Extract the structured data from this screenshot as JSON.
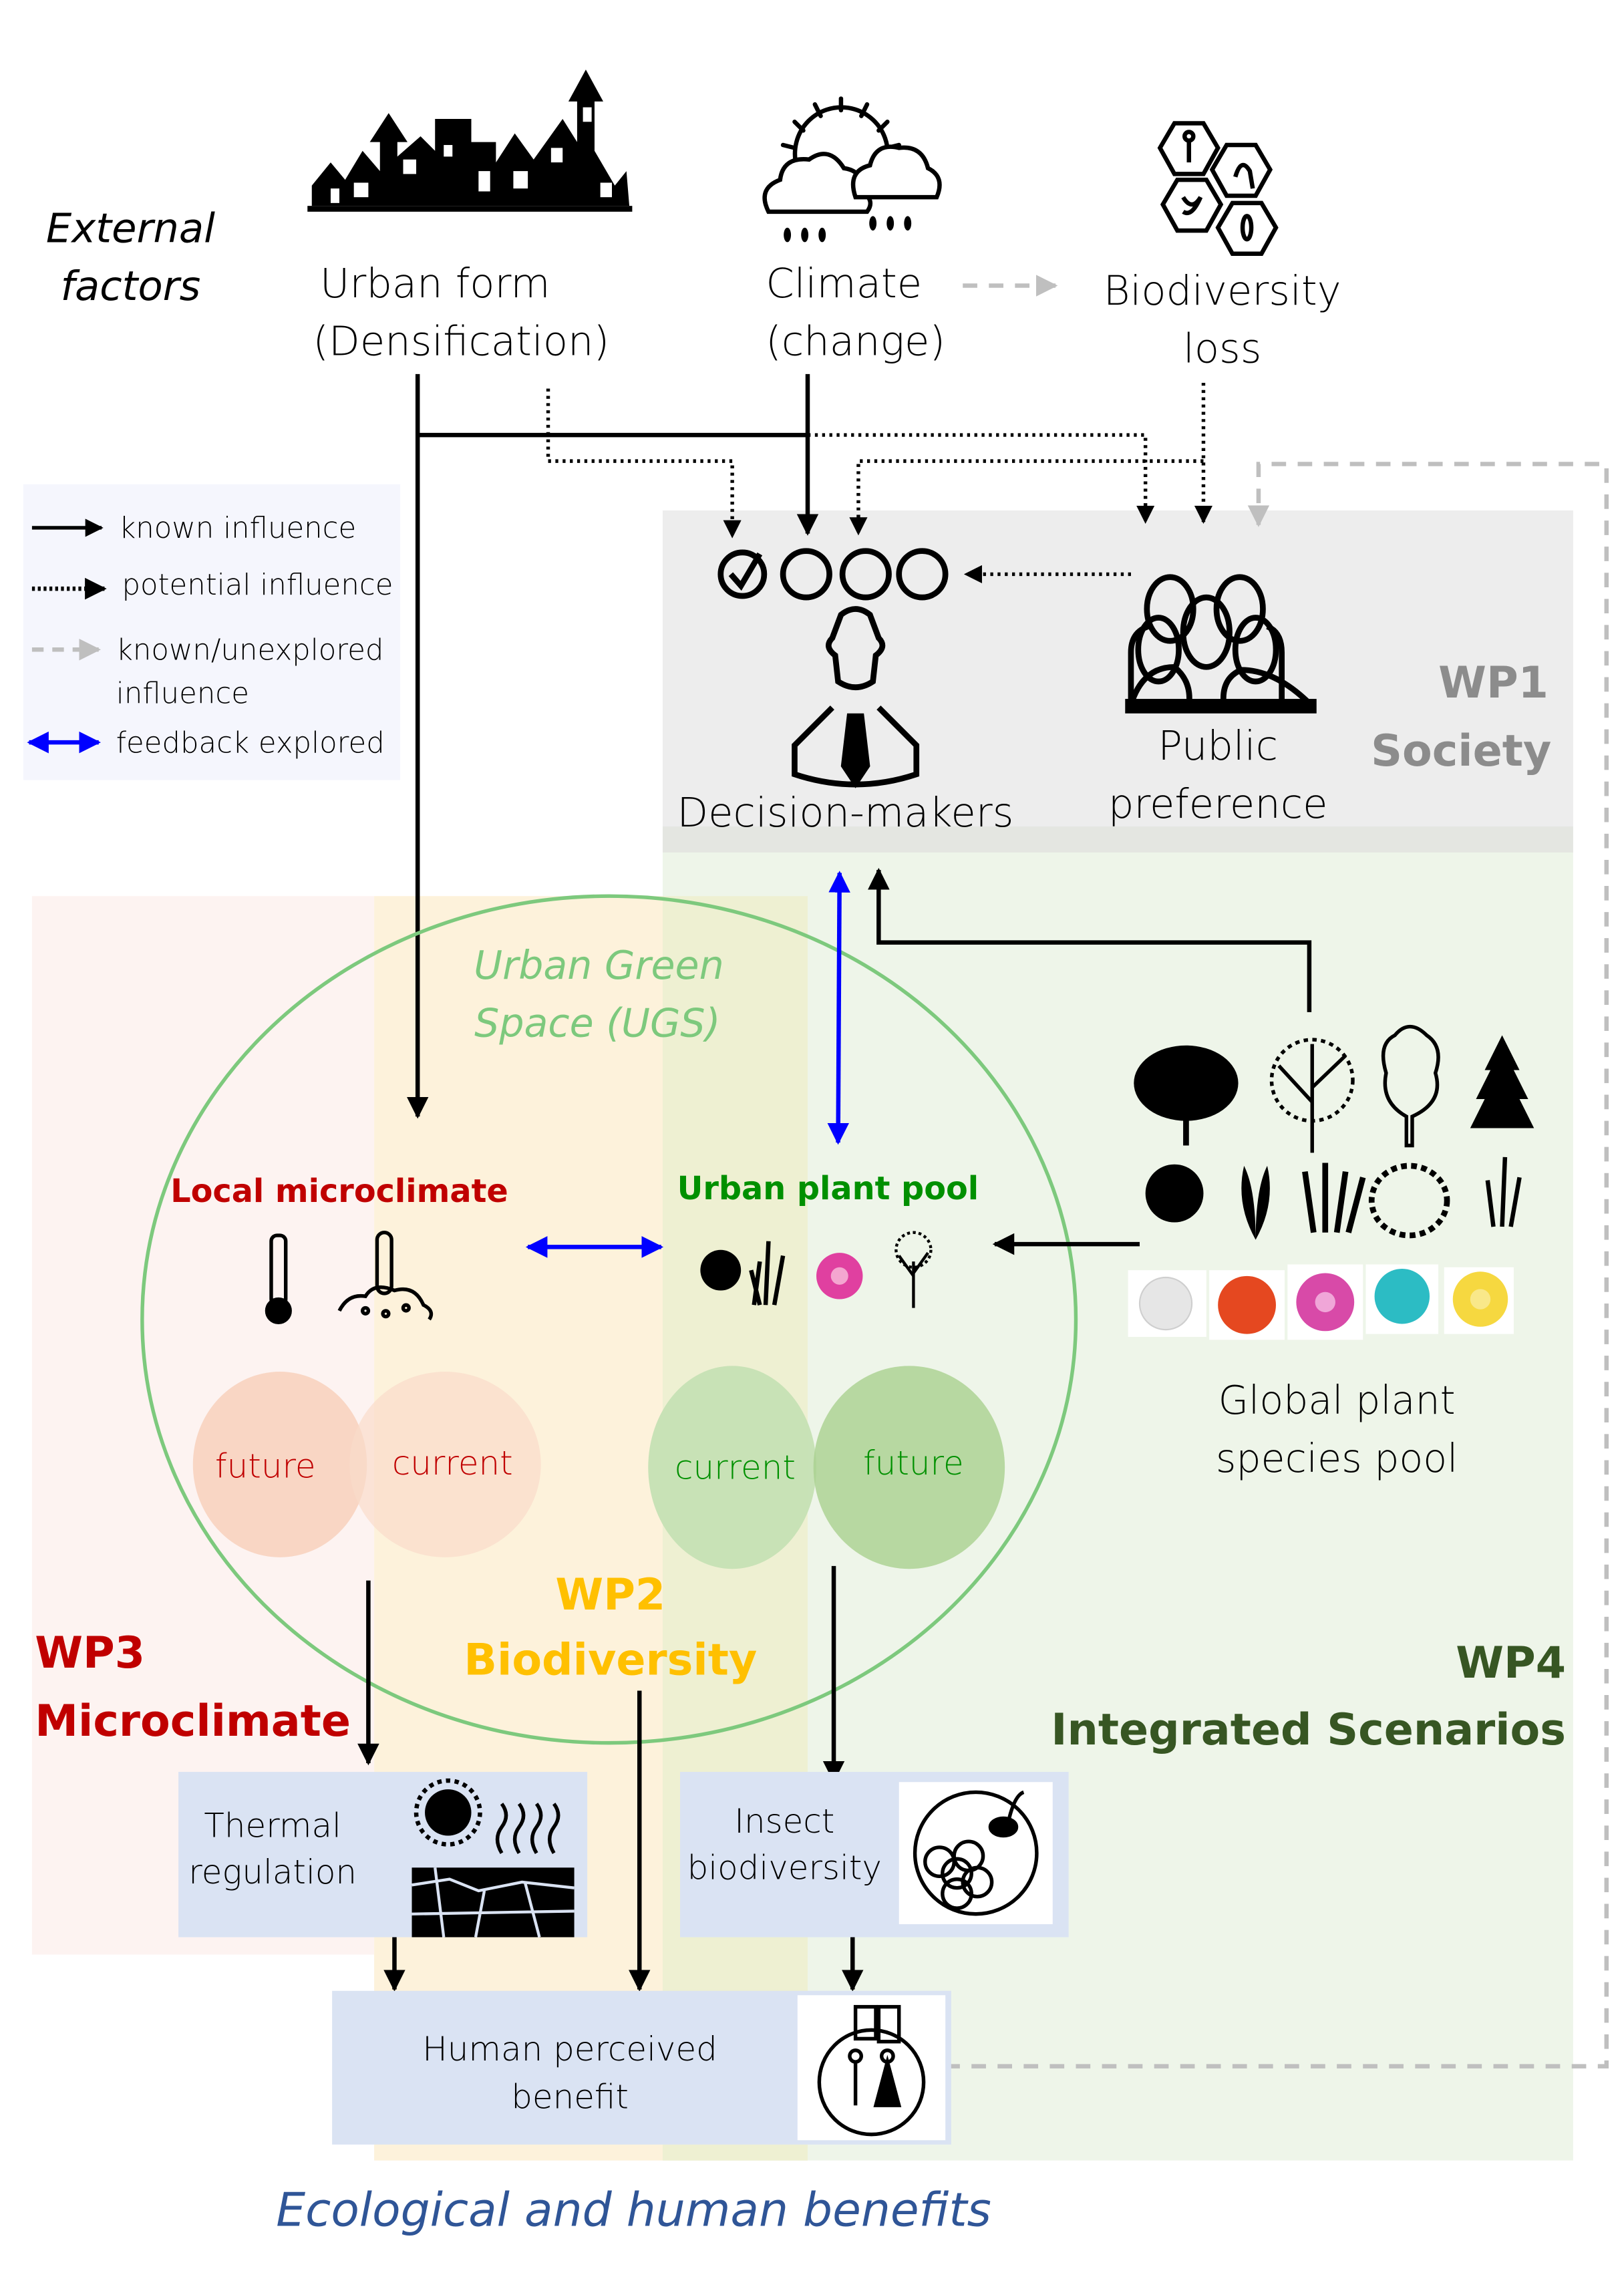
{
  "external_factors": {
    "heading_line1": "External",
    "heading_line2": "factors",
    "urban_form": {
      "line1": "Urban form",
      "line2": "(Densification)",
      "icon": "city-skyline-icon"
    },
    "climate": {
      "line1": "Climate",
      "line2": "(change)",
      "icon": "sun-rain-clouds-icon"
    },
    "biodiversity_loss": {
      "line1": "Biodiversity",
      "line2": "loss",
      "icon": "species-hexagons-icon"
    }
  },
  "legend": {
    "items": [
      {
        "label": "known influence",
        "style": "solid-black"
      },
      {
        "label": "potential influence",
        "style": "dotted-black"
      },
      {
        "label_line1": "known/unexplored",
        "label_line2": "influence",
        "style": "dashed-gray"
      },
      {
        "label": "feedback explored",
        "style": "double-blue"
      }
    ]
  },
  "wp1": {
    "title": "WP1",
    "subtitle": "Society",
    "decision_makers": "Decision-makers",
    "public_preference_line1": "Public",
    "public_preference_line2": "preference",
    "options_icon": "checklist-options-icon"
  },
  "ugs": {
    "line1": "Urban Green",
    "line2": "Space (UGS)"
  },
  "microclimate": {
    "title": "Local microclimate",
    "future": "future",
    "current": "current"
  },
  "plant_pool": {
    "title": "Urban plant pool",
    "current": "current",
    "future": "future"
  },
  "global_pool": {
    "line1": "Global plant",
    "line2": "species pool"
  },
  "wp2": {
    "title": "WP2",
    "subtitle": "Biodiversity"
  },
  "wp3": {
    "title": "WP3",
    "subtitle": "Microclimate"
  },
  "wp4": {
    "title": "WP4",
    "subtitle": "Integrated Scenarios"
  },
  "outcomes": {
    "thermal_line1": "Thermal",
    "thermal_line2": "regulation",
    "insect_line1": "Insect",
    "insect_line2": "biodiversity",
    "human_line1": "Human perceived",
    "human_line2": "benefit"
  },
  "footer": "Ecological and human benefits",
  "colors": {
    "wp1_bg": "#ededed",
    "wp2_bg": "#fff4dc",
    "wp3_bg": "#fdf3f1",
    "wp4_bg": "#eef5e9",
    "wp1_text": "#8c8c8c",
    "wp2_text": "#ffc000",
    "wp3_text": "#c00000",
    "wp4_text": "#375623",
    "ugs": "#7dc97d",
    "feedback": "#0000ff",
    "unexplored": "#bfbfbf",
    "outcome_box": "#dae3f3",
    "footer_text": "#2f5597"
  }
}
